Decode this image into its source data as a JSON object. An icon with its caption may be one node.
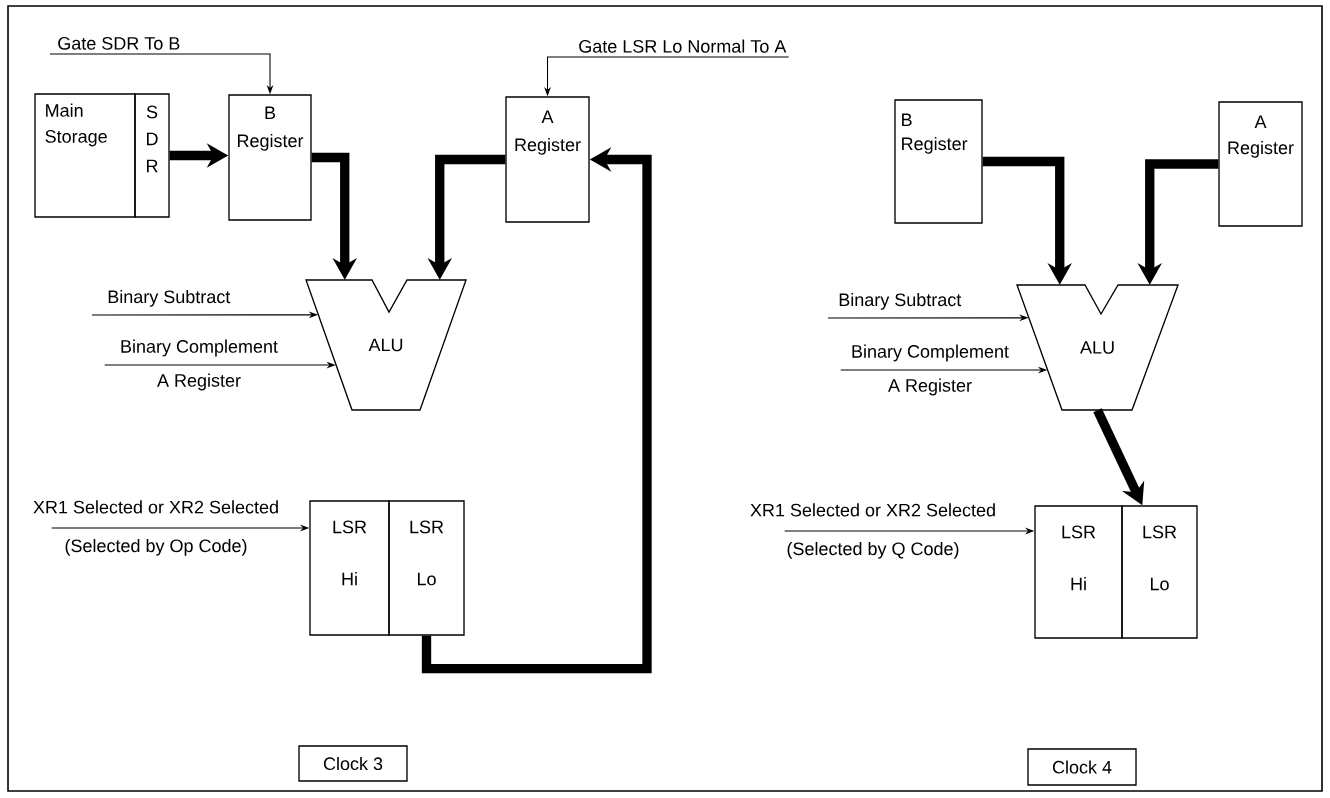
{
  "diagram": {
    "nodes": [
      {
        "text": [
          "Main Storage"
        ]
      },
      {
        "text": [
          "S D R"
        ]
      },
      {
        "text": [
          "B Register"
        ]
      },
      {
        "text": [
          "A Register"
        ]
      },
      {
        "text": [
          "ALU"
        ]
      },
      {
        "text": [
          "LSR Hi"
        ]
      },
      {
        "text": [
          "LSR Lo"
        ]
      },
      {
        "text": [
          "Gate SDR To B"
        ]
      },
      {
        "text": [
          "Gate LSR Lo Normal To A"
        ]
      },
      {
        "text": [
          "Binary Subtract"
        ]
      },
      {
        "text": [
          "Binary Complement",
          "A Register"
        ]
      },
      {
        "text": [
          "XR1 Selected or XR2 Selected",
          "(Selected by Op Code)"
        ]
      },
      {
        "text": [
          "Clock 3"
        ]
      },
      {
        "text": [
          "B Register"
        ]
      },
      {
        "text": [
          "A Register"
        ]
      },
      {
        "text": [
          "ALU"
        ]
      },
      {
        "text": [
          "LSR Hi"
        ]
      },
      {
        "text": [
          "LSR Lo"
        ]
      },
      {
        "text": [
          "Binary Subtract"
        ]
      },
      {
        "text": [
          "Binary Complement",
          "A Register"
        ]
      },
      {
        "text": [
          "XR1 Selected or XR2 Selected",
          "(Selected by Q Code)"
        ]
      },
      {
        "text": [
          "Clock 4"
        ]
      }
    ],
    "edges": [
      {
        "from": 1,
        "to": 2,
        "arrow": "to",
        "style": "thick"
      },
      {
        "from": 2,
        "to": 4,
        "arrow": "to",
        "style": "thick"
      },
      {
        "from": 3,
        "to": 4,
        "arrow": "to",
        "style": "thick"
      },
      {
        "from": 6,
        "to": 3,
        "arrow": "to",
        "style": "thick"
      },
      {
        "from": 7,
        "to": 2,
        "arrow": "to"
      },
      {
        "from": 8,
        "to": 3,
        "arrow": "to"
      },
      {
        "from": 9,
        "to": 4,
        "arrow": "to"
      },
      {
        "from": 10,
        "to": 4,
        "arrow": "to"
      },
      {
        "from": 11,
        "to": 5,
        "arrow": "to"
      },
      {
        "from": 13,
        "to": 15,
        "arrow": "to",
        "style": "thick"
      },
      {
        "from": 14,
        "to": 15,
        "arrow": "to",
        "style": "thick"
      },
      {
        "from": 15,
        "to": 17,
        "arrow": "to",
        "style": "thick"
      },
      {
        "from": 18,
        "to": 15,
        "arrow": "to"
      },
      {
        "from": 19,
        "to": 15,
        "arrow": "to"
      },
      {
        "from": 20,
        "to": 16,
        "arrow": "to"
      }
    ]
  }
}
